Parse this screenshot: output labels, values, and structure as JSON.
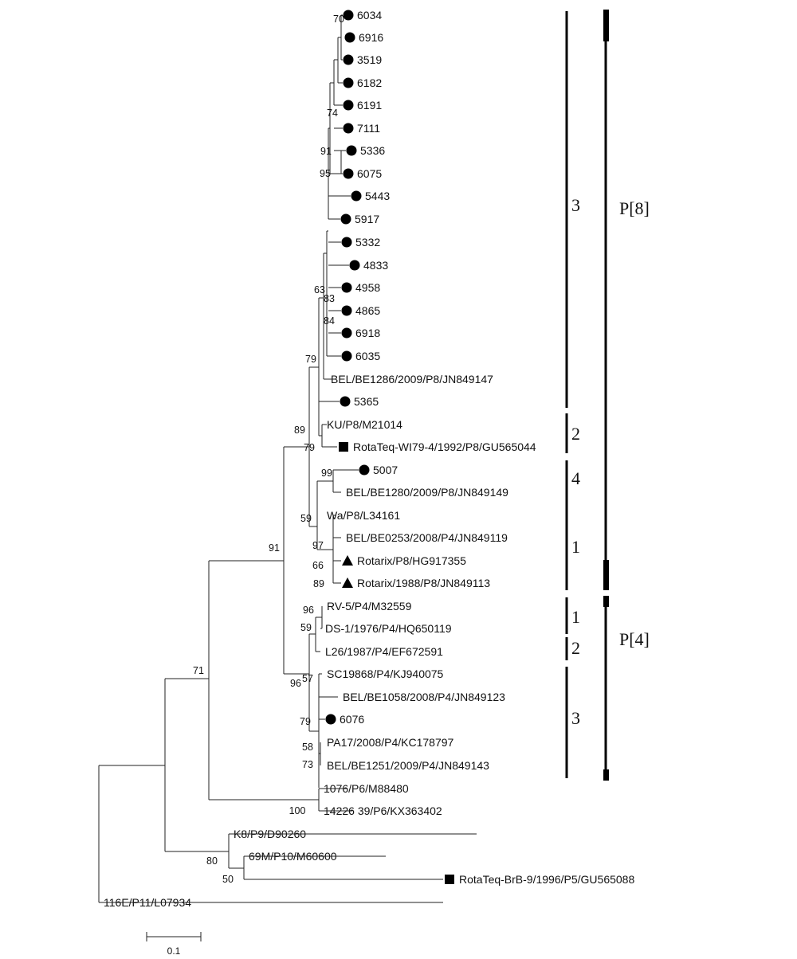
{
  "figure": {
    "scale_bar": {
      "label": "0.1"
    }
  },
  "tips": [
    {
      "id": "t01",
      "label": "6034",
      "marker": "circle"
    },
    {
      "id": "t02",
      "label": "6916",
      "marker": "circle"
    },
    {
      "id": "t03",
      "label": "3519",
      "marker": "circle"
    },
    {
      "id": "t04",
      "label": "6182",
      "marker": "circle"
    },
    {
      "id": "t05",
      "label": "6191",
      "marker": "circle"
    },
    {
      "id": "t06",
      "label": "7111",
      "marker": "circle"
    },
    {
      "id": "t07",
      "label": "5336",
      "marker": "circle"
    },
    {
      "id": "t08",
      "label": "6075",
      "marker": "circle"
    },
    {
      "id": "t09",
      "label": "5443",
      "marker": "circle"
    },
    {
      "id": "t10",
      "label": "5917",
      "marker": "circle"
    },
    {
      "id": "t11",
      "label": "5332",
      "marker": "circle"
    },
    {
      "id": "t12",
      "label": "4833",
      "marker": "circle"
    },
    {
      "id": "t13",
      "label": "4958",
      "marker": "circle"
    },
    {
      "id": "t14",
      "label": "4865",
      "marker": "circle"
    },
    {
      "id": "t15",
      "label": "6918",
      "marker": "circle"
    },
    {
      "id": "t16",
      "label": "6035",
      "marker": "circle"
    },
    {
      "id": "t17",
      "label": "BEL/BE1286/2009/P8/JN849147",
      "marker": "none"
    },
    {
      "id": "t18",
      "label": "5365",
      "marker": "circle"
    },
    {
      "id": "t19",
      "label": "KU/P8/M21014",
      "marker": "none"
    },
    {
      "id": "t20",
      "label": "RotaTeq-WI79-4/1992/P8/GU565044",
      "marker": "square"
    },
    {
      "id": "t21",
      "label": "5007",
      "marker": "circle"
    },
    {
      "id": "t22",
      "label": "BEL/BE1280/2009/P8/JN849149",
      "marker": "none"
    },
    {
      "id": "t23",
      "label": "Wa/P8/L34161",
      "marker": "none"
    },
    {
      "id": "t24",
      "label": "BEL/BE0253/2008/P4/JN849119",
      "marker": "none"
    },
    {
      "id": "t25",
      "label": "Rotarix/P8/HG917355",
      "marker": "triangle"
    },
    {
      "id": "t26",
      "label": "Rotarix/1988/P8/JN849113",
      "marker": "triangle"
    },
    {
      "id": "t27",
      "label": "RV-5/P4/M32559",
      "marker": "none"
    },
    {
      "id": "t28",
      "label": "DS-1/1976/P4/HQ650119",
      "marker": "none"
    },
    {
      "id": "t29",
      "label": "L26/1987/P4/EF672591",
      "marker": "none"
    },
    {
      "id": "t30",
      "label": "SC19868/P4/KJ940075",
      "marker": "none"
    },
    {
      "id": "t31",
      "label": "BEL/BE1058/2008/P4/JN849123",
      "marker": "none"
    },
    {
      "id": "t32",
      "label": "6076",
      "marker": "circle"
    },
    {
      "id": "t33",
      "label": "PA17/2008/P4/KC178797",
      "marker": "none"
    },
    {
      "id": "t34",
      "label": "BEL/BE1251/2009/P4/JN849143",
      "marker": "none"
    },
    {
      "id": "t35",
      "label": "1076/P6/M88480",
      "marker": "none"
    },
    {
      "id": "t36",
      "label": "14226 39/P6/KX363402",
      "marker": "none"
    },
    {
      "id": "t37",
      "label": "K8/P9/D90260",
      "marker": "none"
    },
    {
      "id": "t38",
      "label": "69M/P10/M60600",
      "marker": "none"
    },
    {
      "id": "t39",
      "label": "RotaTeq-BrB-9/1996/P5/GU565088",
      "marker": "square"
    },
    {
      "id": "t40",
      "label": "116E/P11/L07934",
      "marker": "none"
    }
  ],
  "bootstrap": [
    "70",
    "74",
    "91",
    "95",
    "63",
    "83",
    "84",
    "79",
    "89",
    "79",
    "99",
    "59",
    "97",
    "66",
    "89",
    "91",
    "96",
    "59",
    "96",
    "57",
    "79",
    "58",
    "73",
    "71",
    "100",
    "80",
    "50"
  ],
  "clades": [
    {
      "id": "c1",
      "label": "3"
    },
    {
      "id": "c2",
      "label": "2"
    },
    {
      "id": "c3",
      "label": "4"
    },
    {
      "id": "c4",
      "label": "1"
    },
    {
      "id": "c5",
      "label": "1"
    },
    {
      "id": "c6",
      "label": "2"
    },
    {
      "id": "c7",
      "label": "3"
    }
  ],
  "p_types": [
    {
      "id": "p8",
      "label": "P[8]"
    },
    {
      "id": "p4",
      "label": "P[4]"
    }
  ]
}
